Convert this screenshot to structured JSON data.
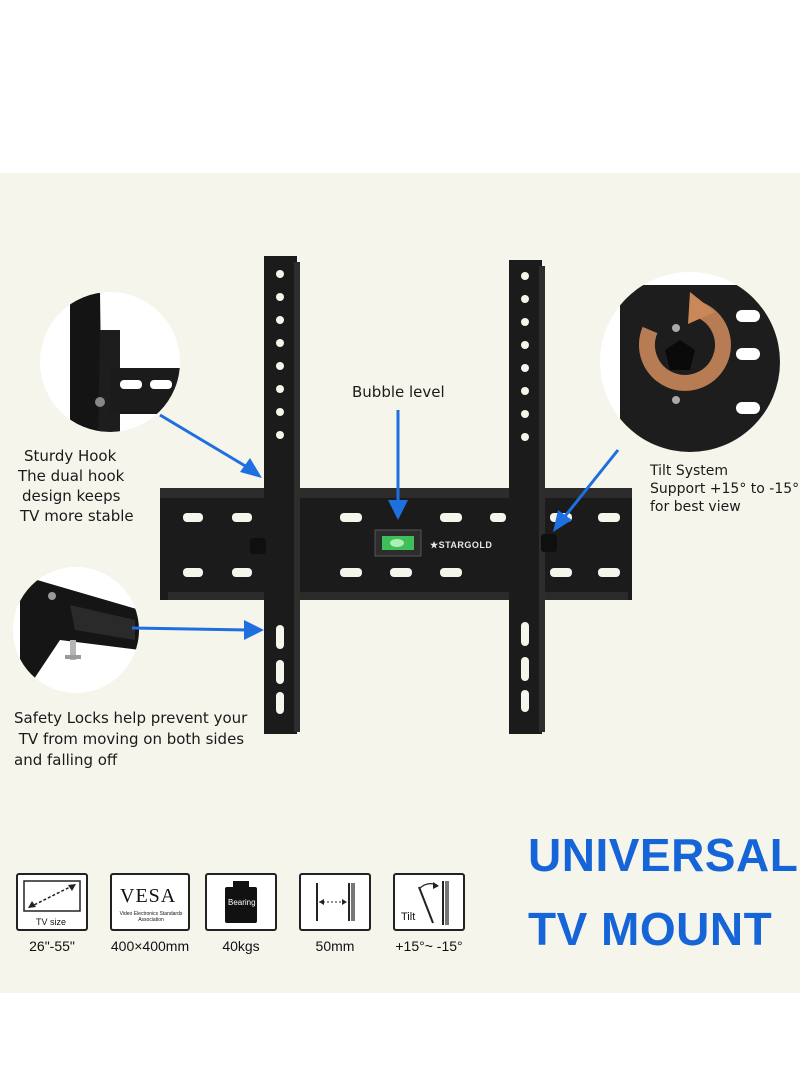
{
  "callouts": {
    "bubble_level": "Bubble level",
    "sturdy_hook": [
      "Sturdy Hook",
      "The dual hook",
      "design keeps",
      "TV more stable"
    ],
    "tilt_system": [
      "Tilt System",
      "Support +15° to -15°",
      "for best view"
    ],
    "safety_locks": [
      "Safety Locks help prevent your",
      " TV from moving on both sides",
      "and falling off"
    ]
  },
  "headline": {
    "line1": "UNIVERSAL",
    "line2": "TV MOUNT"
  },
  "brand_mark": "★STARGOLD",
  "specs": [
    {
      "icon": "tv-size-icon",
      "box_text": "TV size",
      "value": "26\"-55\""
    },
    {
      "icon": "vesa-icon",
      "box_text": "VESA",
      "box_subtext": "Video Electronics Standards Association",
      "value": "400×400mm"
    },
    {
      "icon": "bearing-weight-icon",
      "box_text": "Bearing",
      "value": "40kgs"
    },
    {
      "icon": "wall-distance-icon",
      "value": "50mm"
    },
    {
      "icon": "tilt-icon",
      "box_text": "Tilt",
      "value": "+15°~ -15°"
    }
  ],
  "colors": {
    "accent": "#1565d8",
    "arrow": "#1e6fe0",
    "panel_bg": "#f6f5ec",
    "mount": "#1b1b1b"
  }
}
